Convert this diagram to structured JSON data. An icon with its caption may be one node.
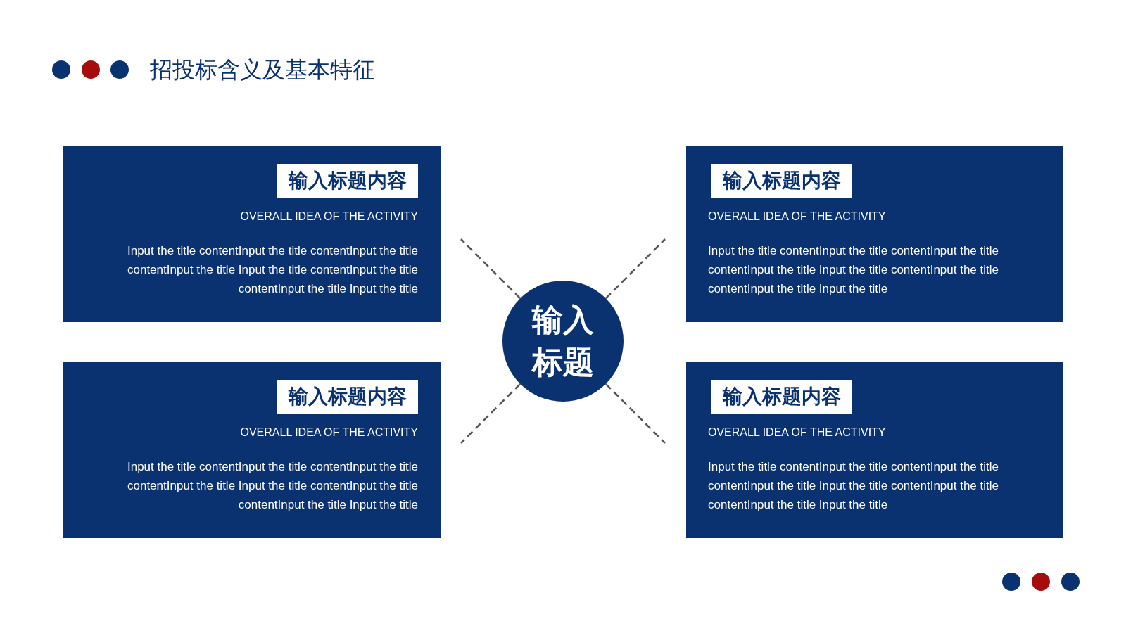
{
  "diagram": {
    "title": "招投标含义及基本特征",
    "nodes": [
      {
        "text": [
          "输入标题内容",
          "OVERALL IDEA OF THE ACTIVITY",
          "Input the title contentInput the title contentInput the title contentInput the title Input the title contentInput the title contentInput the title Input the title"
        ]
      },
      {
        "text": [
          "输入标题内容",
          "OVERALL IDEA OF THE ACTIVITY",
          "Input the title contentInput the title contentInput the title contentInput the title Input the title contentInput the title contentInput the title Input the title"
        ]
      },
      {
        "text": [
          "输入标题"
        ]
      },
      {
        "text": [
          "输入标题内容",
          "OVERALL IDEA OF THE ACTIVITY",
          "Input the title contentInput the title contentInput the title contentInput the title Input the title contentInput the title contentInput the title Input the title"
        ]
      },
      {
        "text": [
          "输入标题内容",
          "OVERALL IDEA OF THE ACTIVITY",
          "Input the title contentInput the title contentInput the title contentInput the title Input the title contentInput the title contentInput the title Input the title"
        ]
      }
    ],
    "edges": [
      {
        "from": 2,
        "to": 0,
        "arrow": "none",
        "style": "dashed"
      },
      {
        "from": 2,
        "to": 1,
        "arrow": "none",
        "style": "dashed"
      },
      {
        "from": 2,
        "to": 3,
        "arrow": "none",
        "style": "dashed"
      },
      {
        "from": 2,
        "to": 4,
        "arrow": "none",
        "style": "dashed"
      }
    ]
  }
}
